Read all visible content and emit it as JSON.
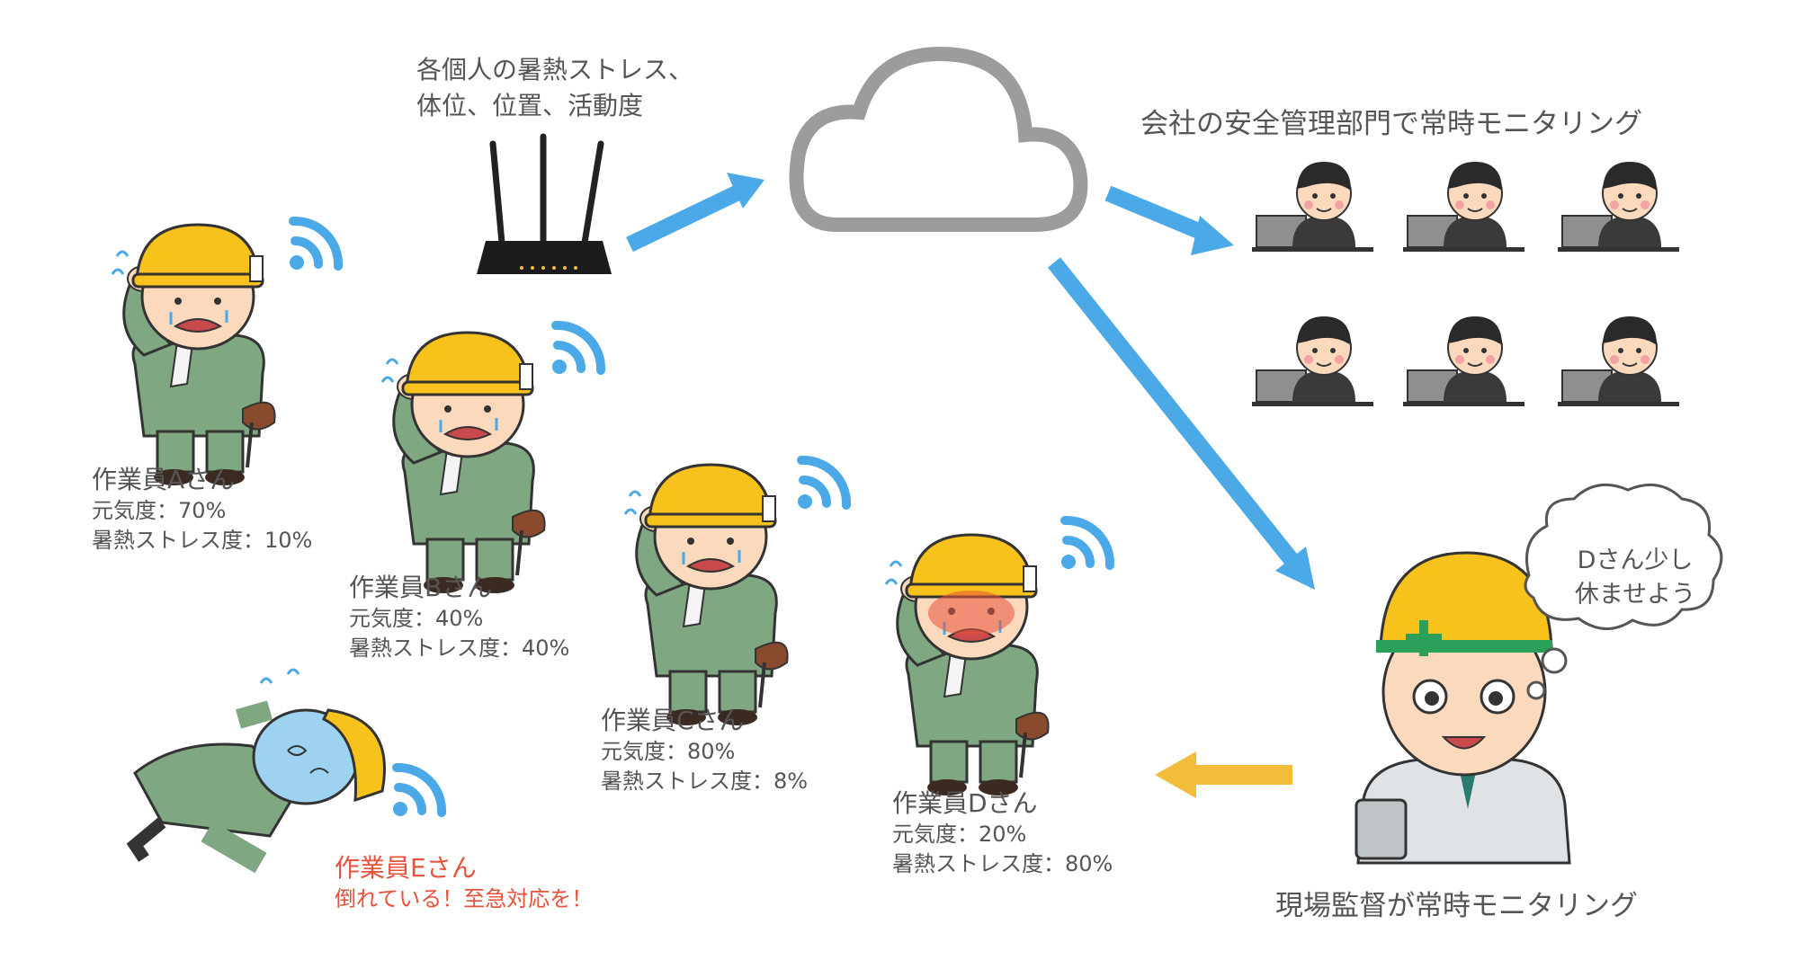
{
  "colors": {
    "arrow_blue": "#4aa9e6",
    "arrow_yellow": "#f3bd3c",
    "helmet": "#f7c21b",
    "uniform": "#7fa882",
    "cloud": "#9c9c9c",
    "alert_red": "#e8523c"
  },
  "router_caption": {
    "line1": "各個人の暑熱ストレス、",
    "line2": "体位、位置、活動度"
  },
  "company": {
    "caption": "会社の安全管理部門で常時モニタリング"
  },
  "supervisor": {
    "caption": "現場監督が常時モニタリング",
    "thought_line1": "Dさん少し",
    "thought_line2": "休ませよう"
  },
  "workers": [
    {
      "name": "作業員Aさん",
      "genki": "元気度：70%",
      "heat": "暑熱ストレス度：10%"
    },
    {
      "name": "作業員Bさん",
      "genki": "元気度：40%",
      "heat": "暑熱ストレス度：40%"
    },
    {
      "name": "作業員Cさん",
      "genki": "元気度：80%",
      "heat": "暑熱ストレス度：8%"
    },
    {
      "name": "作業員Dさん",
      "genki": "元気度：20%",
      "heat": "暑熱ストレス度：80%"
    }
  ],
  "collapsed_worker": {
    "name": "作業員Eさん",
    "alert": "倒れている！至急対応を！"
  }
}
